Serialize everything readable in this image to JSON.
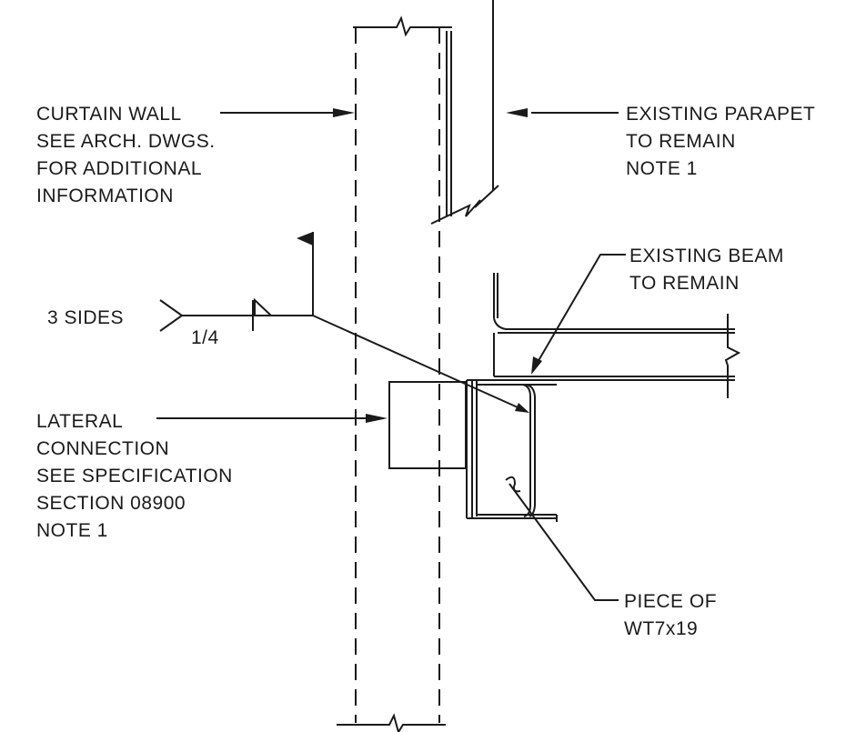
{
  "labels": {
    "curtain_wall": [
      "CURTAIN WALL",
      "SEE ARCH. DWGS.",
      "FOR ADDITIONAL",
      "INFORMATION"
    ],
    "existing_parapet": [
      "EXISTING PARAPET",
      "TO REMAIN",
      "NOTE 1"
    ],
    "existing_beam": [
      "EXISTING BEAM",
      "TO REMAIN"
    ],
    "lateral_connection": [
      "LATERAL",
      "CONNECTION",
      "SEE SPECIFICATION",
      "SECTION 08900",
      "NOTE 1"
    ],
    "piece_of": [
      "PIECE OF",
      "WT7x19"
    ]
  },
  "weld_symbol": {
    "sides": "3 SIDES",
    "size": "1/4"
  }
}
